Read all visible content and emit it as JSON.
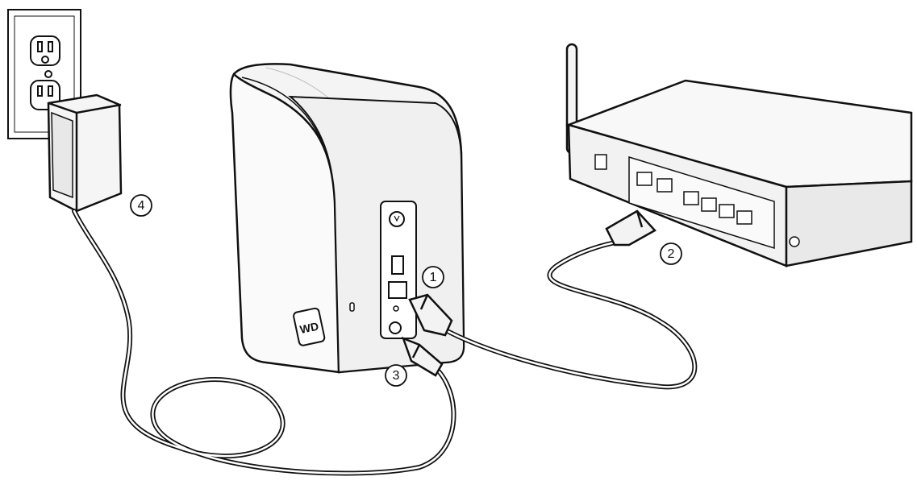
{
  "diagram": {
    "colors": {
      "line": "#111111",
      "device_fill": "#f7f7f7",
      "device_shadow": "#e6e6e6",
      "wall": "#ffffff"
    },
    "components": {
      "outlet": "wall-outlet",
      "adapter": "power-adapter",
      "drive": "network-drive",
      "router": "router",
      "ethernet": "ethernet-cable",
      "power_cord": "power-cord"
    },
    "logo_text": "WD",
    "callouts": [
      {
        "id": "1",
        "label": "1"
      },
      {
        "id": "2",
        "label": "2"
      },
      {
        "id": "3",
        "label": "3"
      },
      {
        "id": "4",
        "label": "4"
      }
    ]
  }
}
